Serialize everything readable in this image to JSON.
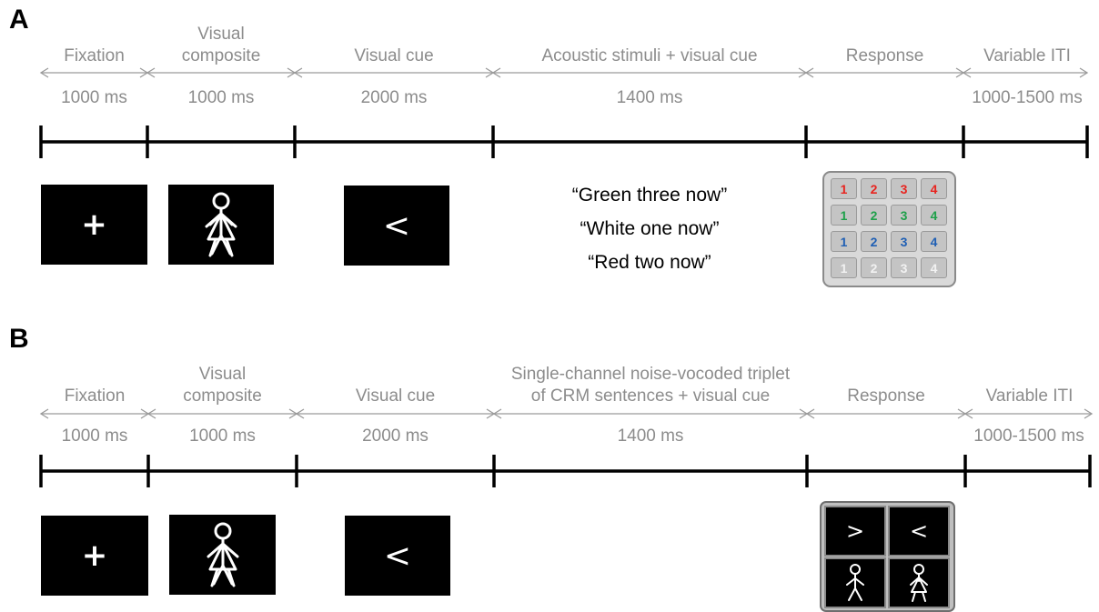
{
  "panel_a": {
    "letter": "A",
    "phases": [
      {
        "name": "Fixation",
        "duration": "1000 ms"
      },
      {
        "name": "Visual composite",
        "duration": "1000 ms"
      },
      {
        "name": "Visual cue",
        "duration": "2000 ms"
      },
      {
        "name": "Acoustic stimuli + visual cue",
        "duration": "1400 ms"
      },
      {
        "name": "Response",
        "duration": ""
      },
      {
        "name": "Variable ITI",
        "duration": "1000-1500 ms"
      }
    ],
    "phase_line1": [
      "Fixation",
      "Visual",
      "Visual cue",
      "Acoustic stimuli + visual cue",
      "Response",
      "Variable ITI"
    ],
    "phase_line2": [
      "",
      "composite",
      "",
      "",
      "",
      ""
    ],
    "quotes": [
      "“Green three now”",
      "“White one now”",
      "“Red two now”"
    ],
    "keypad": {
      "rows": [
        {
          "color": "#e8231e",
          "keys": [
            "1",
            "2",
            "3",
            "4"
          ]
        },
        {
          "color": "#1ea04a",
          "keys": [
            "1",
            "2",
            "3",
            "4"
          ]
        },
        {
          "color": "#1f5fb4",
          "keys": [
            "1",
            "2",
            "3",
            "4"
          ]
        },
        {
          "color": "#f2f2f2",
          "keys": [
            "1",
            "2",
            "3",
            "4"
          ]
        }
      ]
    }
  },
  "panel_b": {
    "letter": "B",
    "phase_line1": [
      "Fixation",
      "Visual",
      "Visual cue",
      "Single-channel noise-vocoded triplet",
      "Response",
      "Variable ITI"
    ],
    "phase_line2": [
      "",
      "composite",
      "",
      "of CRM sentences + visual cue",
      "",
      ""
    ],
    "durations": [
      "1000 ms",
      "1000 ms",
      "2000 ms",
      "1400 ms",
      "",
      "1000-1500 ms"
    ]
  },
  "stimuli": {
    "fixation_symbol": "+",
    "cue_symbol": "<",
    "response_symbols": [
      ">",
      "<"
    ]
  },
  "colors": {
    "label_gray": "#8c8c8c",
    "timeline": "#000000",
    "screen_bg": "#000000"
  },
  "icons": [
    "fixation-cross-icon",
    "stick-figure-composite-icon",
    "left-arrow-cue-icon",
    "right-arrow-icon",
    "male-figure-icon",
    "female-figure-icon"
  ]
}
